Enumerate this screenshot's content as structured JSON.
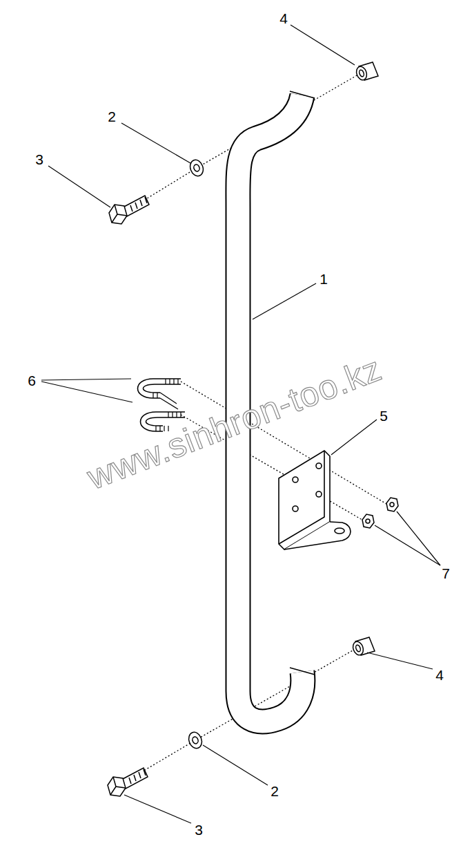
{
  "diagram": {
    "labels": [
      "4",
      "2",
      "3",
      "1",
      "6",
      "5",
      "7",
      "4",
      "2",
      "3",
      "www.sinhron-too.kz"
    ]
  }
}
